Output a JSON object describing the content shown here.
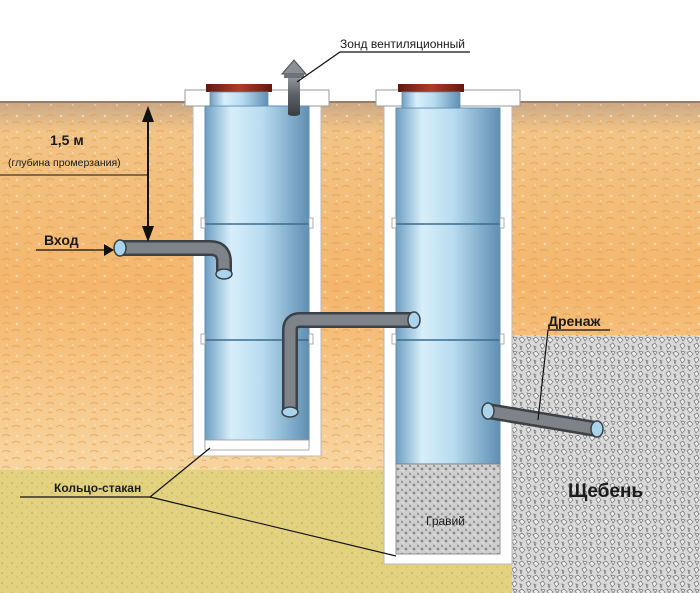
{
  "labels": {
    "vent_probe": "Зонд вентиляционный",
    "depth_value": "1,5 м",
    "depth_note": "(глубина промерзания)",
    "inlet": "Вход",
    "drainage": "Дренаж",
    "ring_cup": "Кольцо-стакан",
    "crushed_stone": "Щебень",
    "gravel": "Гравий"
  },
  "colors": {
    "soil": "#f2b36a",
    "soil_light": "#f8d9a8",
    "sand": "#e3d486",
    "crushed_stone": "#d6d6d6",
    "ring_blue": "#a9d4ec",
    "ring_dark": "#5e8fb0",
    "pipe": "#6d7378",
    "lid": "#8c2a1a"
  }
}
